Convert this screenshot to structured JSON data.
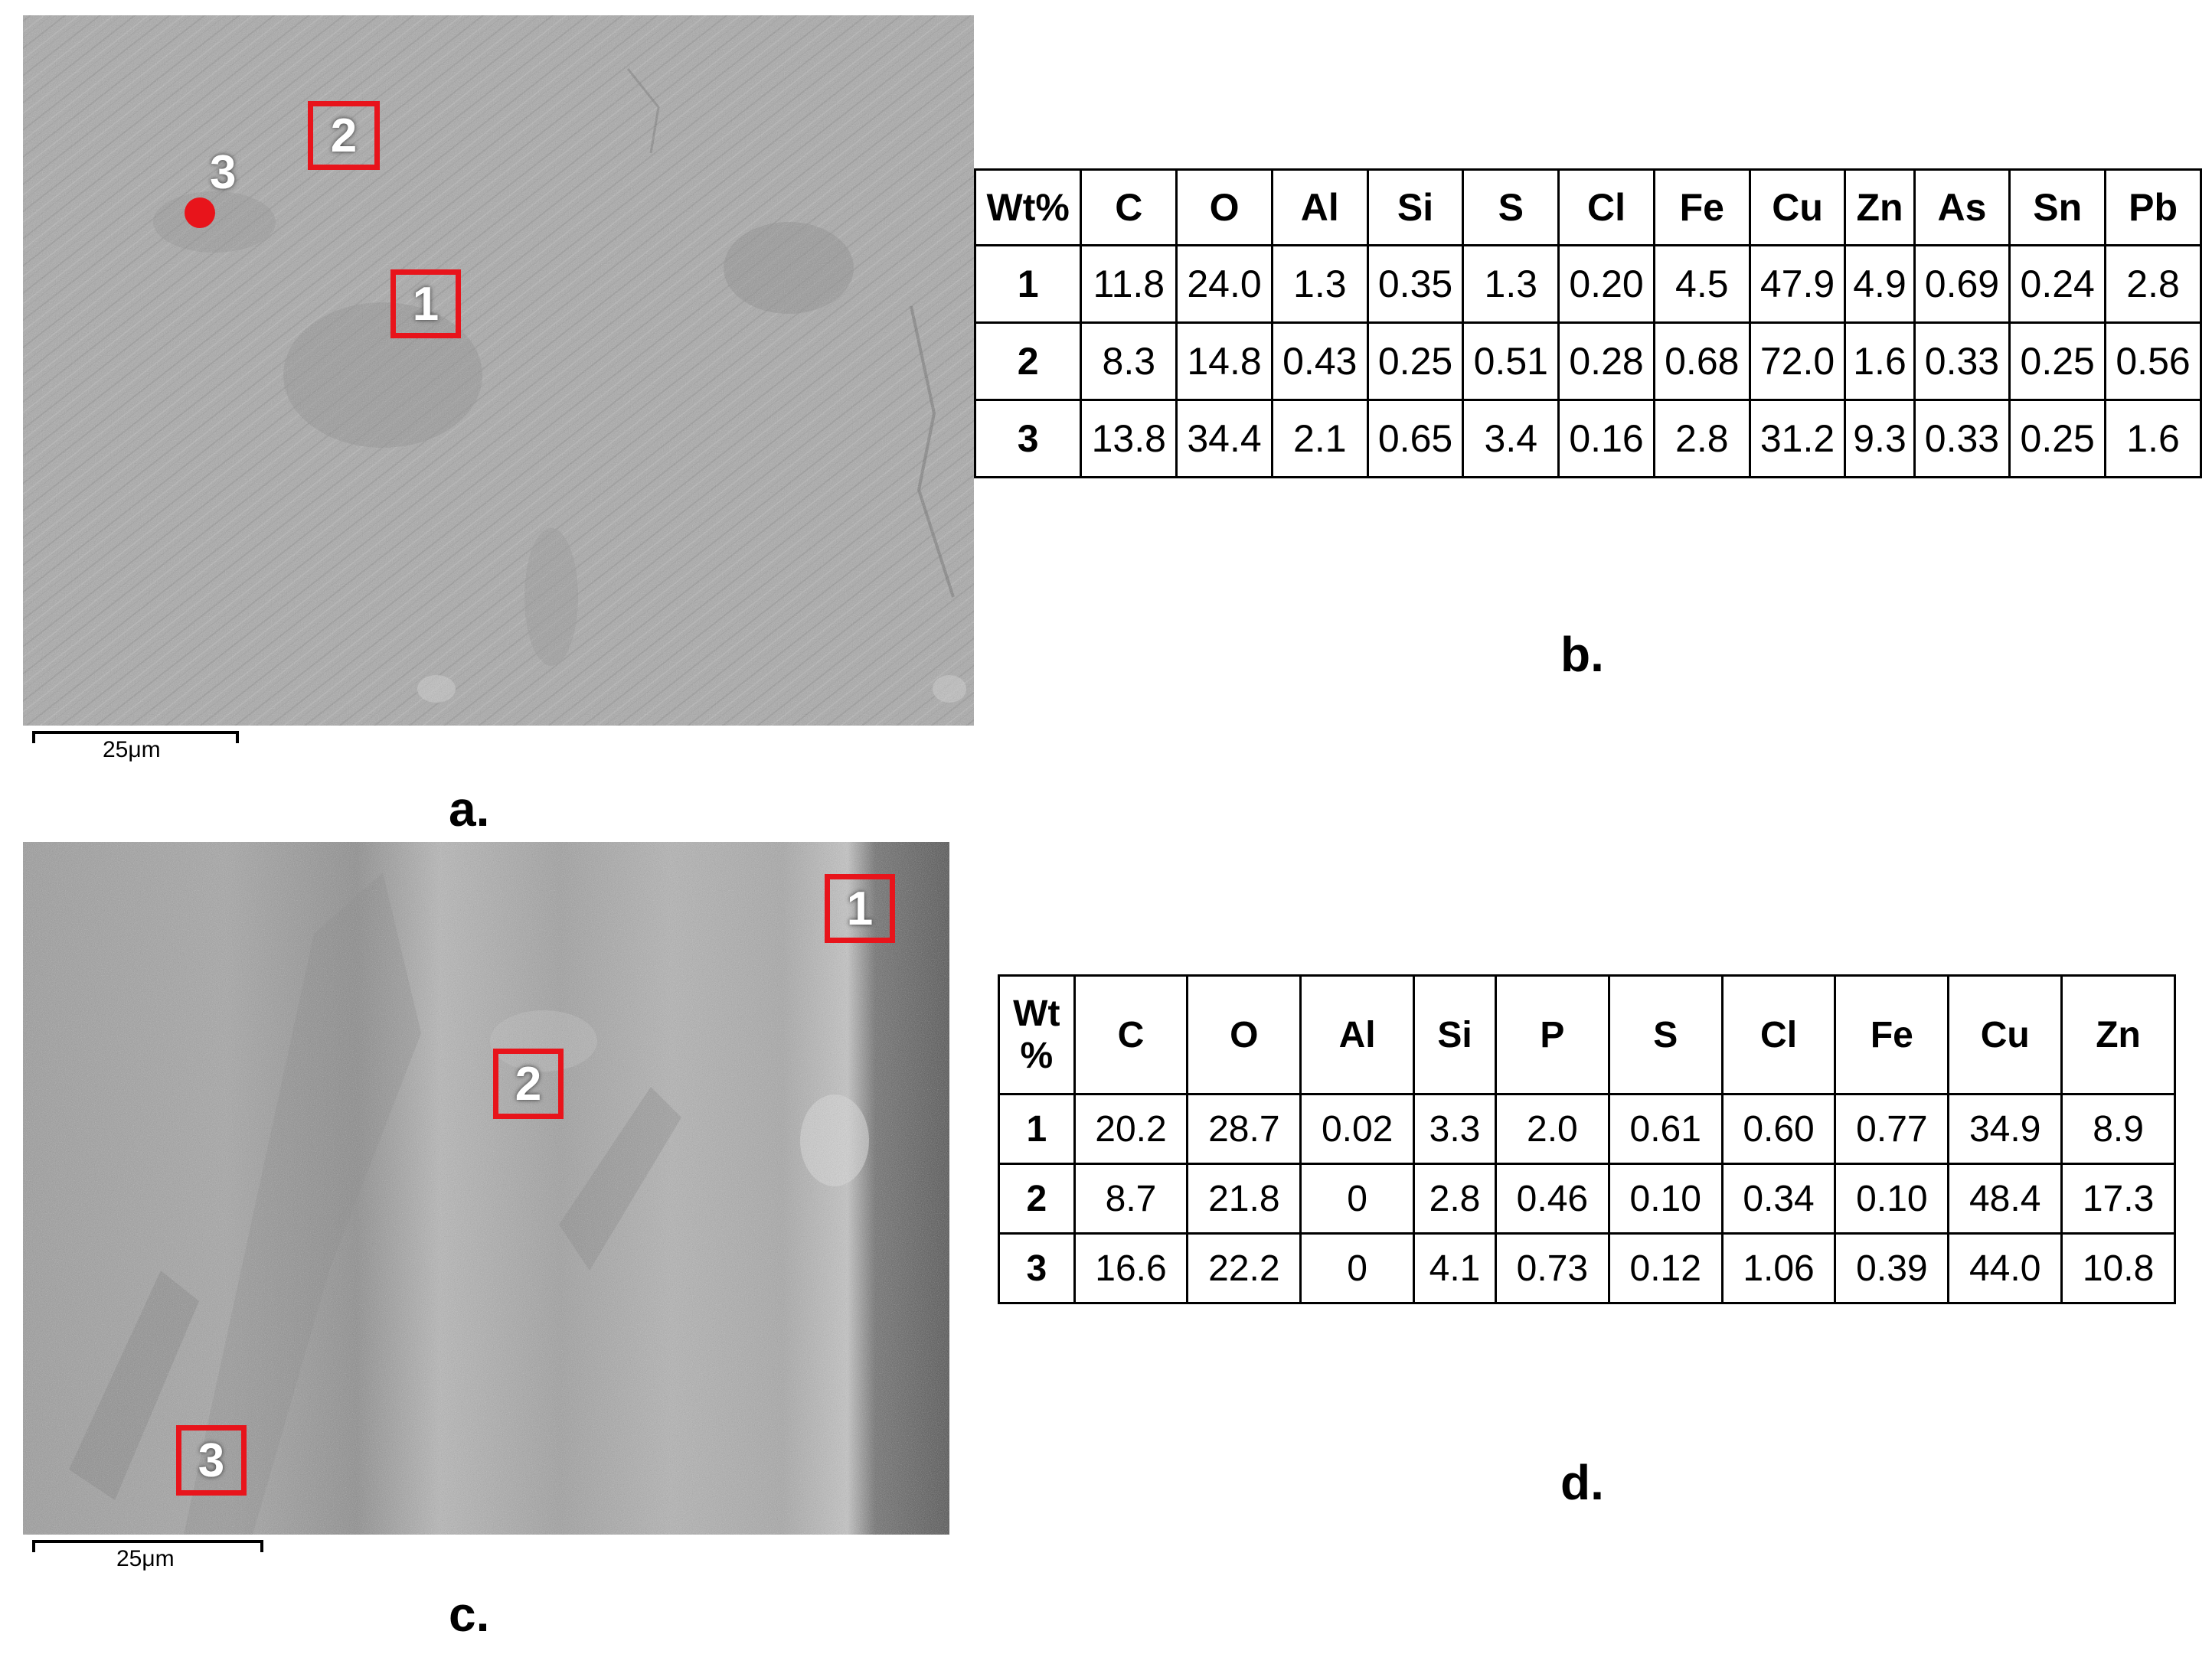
{
  "panels": {
    "a": {
      "letter": "a.",
      "scale_label": "25μm",
      "rois": [
        {
          "label": "1",
          "kind": "box"
        },
        {
          "label": "2",
          "kind": "box"
        },
        {
          "label": "3",
          "kind": "spot"
        }
      ]
    },
    "b": {
      "letter": "b.",
      "table": {
        "header": [
          "Wt%",
          "C",
          "O",
          "Al",
          "Si",
          "S",
          "Cl",
          "Fe",
          "Cu",
          "Zn",
          "As",
          "Sn",
          "Pb"
        ],
        "rows": [
          [
            "1",
            "11.8",
            "24.0",
            "1.3",
            "0.35",
            "1.3",
            "0.20",
            "4.5",
            "47.9",
            "4.9",
            "0.69",
            "0.24",
            "2.8"
          ],
          [
            "2",
            "8.3",
            "14.8",
            "0.43",
            "0.25",
            "0.51",
            "0.28",
            "0.68",
            "72.0",
            "1.6",
            "0.33",
            "0.25",
            "0.56"
          ],
          [
            "3",
            "13.8",
            "34.4",
            "2.1",
            "0.65",
            "3.4",
            "0.16",
            "2.8",
            "31.2",
            "9.3",
            "0.33",
            "0.25",
            "1.6"
          ]
        ]
      }
    },
    "c": {
      "letter": "c.",
      "scale_label": "25μm",
      "rois": [
        {
          "label": "1",
          "kind": "box"
        },
        {
          "label": "2",
          "kind": "box"
        },
        {
          "label": "3",
          "kind": "box"
        }
      ]
    },
    "d": {
      "letter": "d.",
      "table": {
        "header": [
          "Wt\n%",
          "C",
          "O",
          "Al",
          "Si",
          "P",
          "S",
          "Cl",
          "Fe",
          "Cu",
          "Zn"
        ],
        "rows": [
          [
            "1",
            "20.2",
            "28.7",
            "0.02",
            "3.3",
            "2.0",
            "0.61",
            "0.60",
            "0.77",
            "34.9",
            "8.9"
          ],
          [
            "2",
            "8.7",
            "21.8",
            "0",
            "2.8",
            "0.46",
            "0.10",
            "0.34",
            "0.10",
            "48.4",
            "17.3"
          ],
          [
            "3",
            "16.6",
            "22.2",
            "0",
            "4.1",
            "0.73",
            "0.12",
            "1.06",
            "0.39",
            "44.0",
            "10.8"
          ]
        ]
      }
    }
  },
  "colors": {
    "roi_red": "#e8141b",
    "sem_a_base": "#a8a8a8",
    "sem_c_base": "#9c9c9c"
  }
}
